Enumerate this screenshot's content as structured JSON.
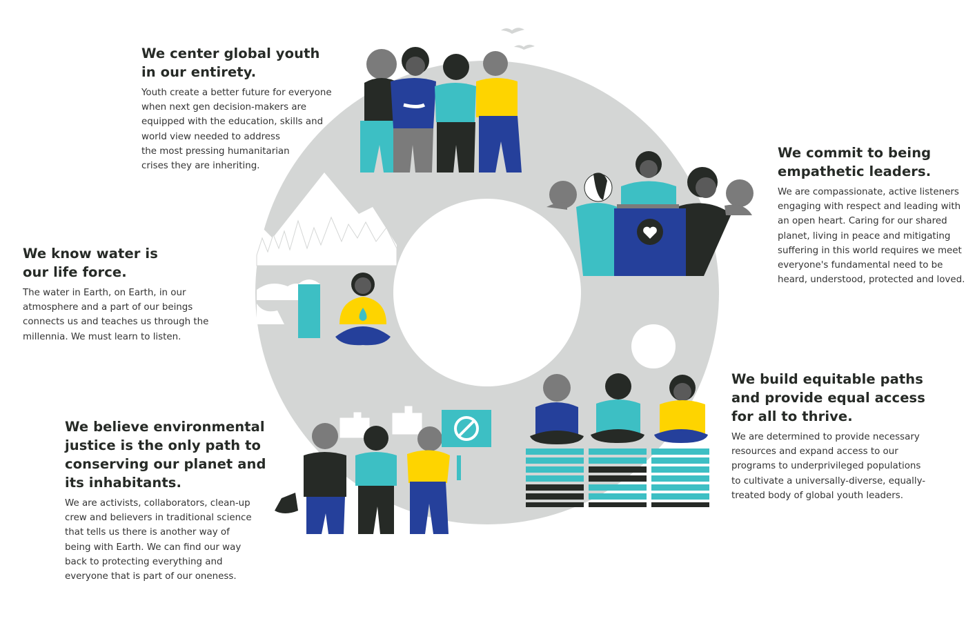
{
  "colors": {
    "ring": "#d4d6d5",
    "teal": "#3dbfc4",
    "blue": "#25409b",
    "yellow": "#fed400",
    "dark": "#262a26",
    "grey": "#7b7b7b",
    "text": "#333333"
  },
  "sections": {
    "youth": {
      "title_lines": [
        "We center global youth",
        "in our entirety."
      ],
      "body_lines": [
        "Youth create a better future for everyone",
        "when next gen decision-makers are",
        "equipped with the education, skills and",
        "world view needed to address",
        "the most pressing humanitarian",
        "crises they are inheriting."
      ],
      "illustration": "group-hug-illustration"
    },
    "empathy": {
      "title_lines": [
        "We commit to being",
        "empathetic leaders."
      ],
      "body_lines": [
        "We are compassionate, active listeners",
        "engaging with respect and leading with",
        "an open heart. Caring for our shared",
        "planet, living in peace and mitigating",
        "suffering in this world requires we meet",
        "everyone's fundamental need to be",
        "heard, understood, protected and loved."
      ],
      "illustration": "podium-speaker-illustration",
      "icon": "heart-icon"
    },
    "water": {
      "title_lines": [
        "We know water is",
        "our life force."
      ],
      "body_lines": [
        "The water in Earth, on Earth, in our",
        "atmosphere and a part of our beings",
        "connects us and teaches us through the",
        "millennia. We must learn to listen."
      ],
      "illustration": "waterfall-meditation-illustration",
      "icon": "water-drop-icon"
    },
    "justice": {
      "title_lines": [
        "We believe environmental",
        "justice is the only path to",
        "conserving our planet and",
        "its inhabitants."
      ],
      "body_lines": [
        "We are activists, collaborators, clean-up",
        "crew and believers in traditional science",
        "that tells us there is another way of",
        "being with Earth. We can find our way",
        "back to protecting everything and",
        "everyone that is part of our oneness."
      ],
      "illustration": "protest-march-illustration",
      "icon": "no-sign-icon"
    },
    "equity": {
      "title_lines": [
        "We build equitable paths",
        "and provide equal access",
        "for all to thrive."
      ],
      "body_lines": [
        "We are determined to provide necessary",
        "resources and expand access to our",
        "programs to underprivileged populations",
        "to cultivate a universally-diverse, equally-",
        "treated body of global youth leaders."
      ],
      "illustration": "equity-boxes-illustration"
    }
  }
}
